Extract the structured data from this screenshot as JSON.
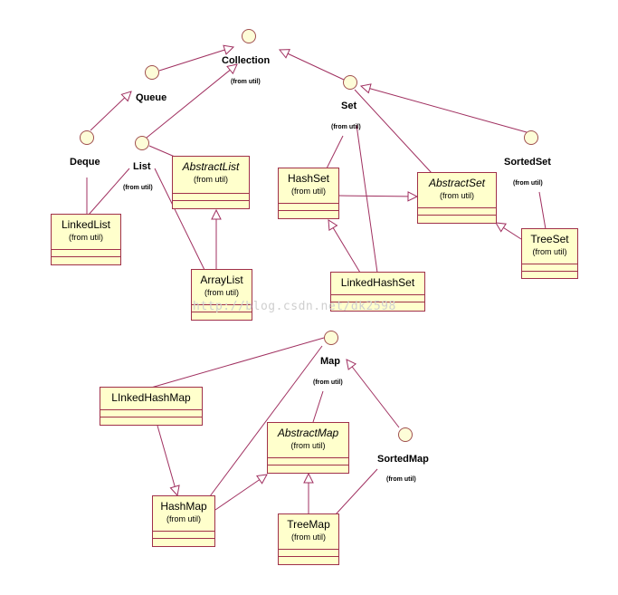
{
  "watermark": "http://blog.csdn.net/dk2598",
  "interfaces": {
    "collection": {
      "name": "Collection",
      "from": "(from util)"
    },
    "queue": {
      "name": "Queue"
    },
    "deque": {
      "name": "Deque"
    },
    "list": {
      "name": "List",
      "from": "(from util)"
    },
    "set": {
      "name": "Set",
      "from": "(from util)"
    },
    "sortedset": {
      "name": "SortedSet",
      "from": "(from util)"
    },
    "map": {
      "name": "Map",
      "from": "(from util)"
    },
    "sortedmap": {
      "name": "SortedMap",
      "from": "(from util)"
    }
  },
  "classes": {
    "abstractlist": {
      "name": "AbstractList",
      "from": "(from util)"
    },
    "linkedlist": {
      "name": "LinkedList",
      "from": "(from util)"
    },
    "arraylist": {
      "name": "ArrayList",
      "from": "(from util)"
    },
    "hashset": {
      "name": "HashSet",
      "from": "(from util)"
    },
    "abstractset": {
      "name": "AbstractSet",
      "from": "(from util)"
    },
    "treeset": {
      "name": "TreeSet",
      "from": "(from util)"
    },
    "linkedhashset": {
      "name": "LinkedHashSet"
    },
    "linkedhashmap": {
      "name": "LInkedHashMap"
    },
    "abstractmap": {
      "name": "AbstractMap",
      "from": "(from util)"
    },
    "hashmap": {
      "name": "HashMap",
      "from": "(from util)"
    },
    "treemap": {
      "name": "TreeMap",
      "from": "(from util)"
    }
  },
  "colors": {
    "fill": "#ffffcc",
    "border": "#a0304a",
    "interface_fill": "#fdfdd8",
    "line": "#a03060"
  }
}
